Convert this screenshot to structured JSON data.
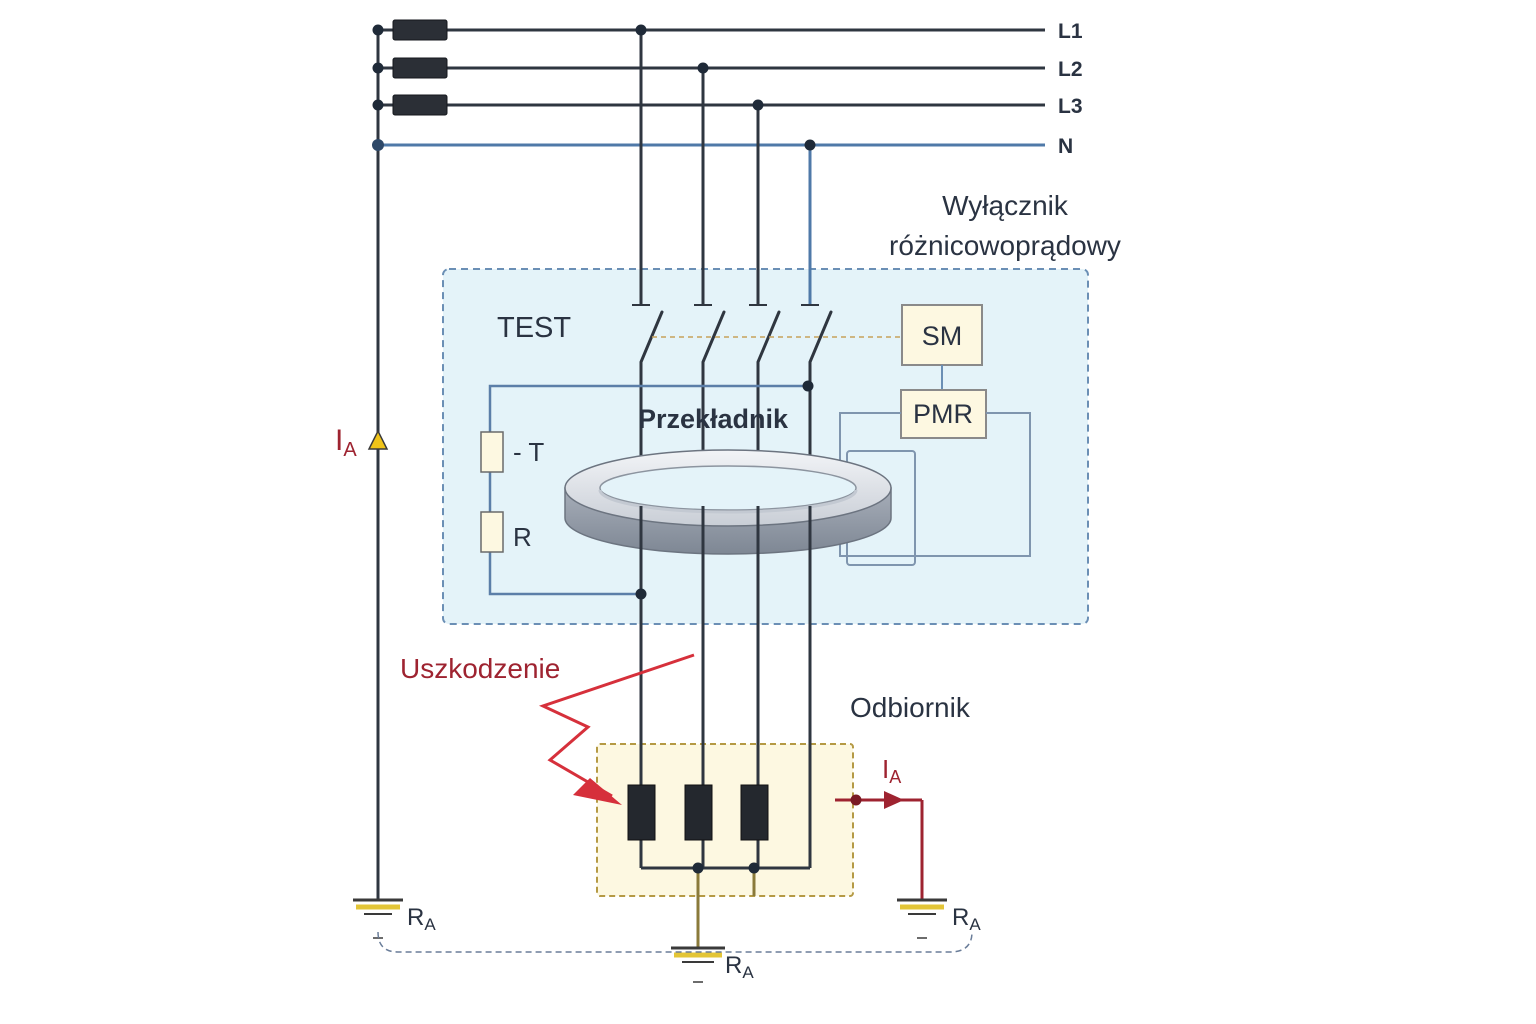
{
  "lines": {
    "l1": "L1",
    "l2": "L2",
    "l3": "L3",
    "n": "N"
  },
  "rcd": {
    "title_line1": "Wyłącznik",
    "title_line2": "różnicowoprądowy",
    "test": "TEST",
    "sm": "SM",
    "pmr": "PMR",
    "transformer": "Przekładnik",
    "test_resistor": "- T",
    "resistor": "R"
  },
  "load": {
    "title": "Odbiornik"
  },
  "fault": {
    "label": "Uszkodzenie"
  },
  "current": {
    "symbol": "I",
    "subscript": "A"
  },
  "earth": {
    "symbol": "R",
    "subscript": "A"
  },
  "colors": {
    "wire": "#2f3640",
    "neutral": "#4f79a8",
    "fault": "#d6303b",
    "fault_text": "#9e2330",
    "rcd_fill": "#e4f3f9",
    "rcd_border": "#6b8fb5",
    "load_fill": "#fdf8e1",
    "load_border": "#b59a45",
    "earth_bar": "#e3c537"
  }
}
